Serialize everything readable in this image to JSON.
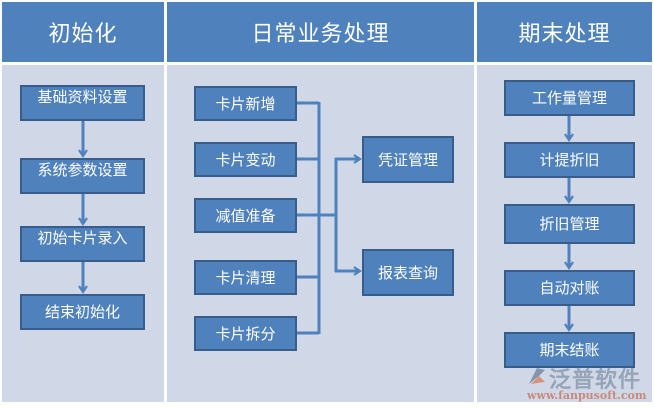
{
  "columns": [
    {
      "title": "初始化",
      "steps": [
        "基础资料设置",
        "系统参数设置",
        "初始卡片录入",
        "结束初始化"
      ]
    },
    {
      "title": "日常业务处理",
      "sources": [
        "卡片新增",
        "卡片变动",
        "减值准备",
        "卡片清理",
        "卡片拆分"
      ],
      "targets": [
        "凭证管理",
        "报表查询"
      ]
    },
    {
      "title": "期末处理",
      "steps": [
        "工作量管理",
        "计提折旧",
        "折旧管理",
        "自动对账",
        "期末结账"
      ]
    }
  ],
  "watermark": {
    "name": "泛普软件",
    "url": "www.fanpusoft.com"
  },
  "colors": {
    "header": "#4f81bd",
    "body": "#d0d8e8",
    "box": "#4f81bd",
    "box_border": "#385d8a",
    "connector": "#4f81bd"
  }
}
